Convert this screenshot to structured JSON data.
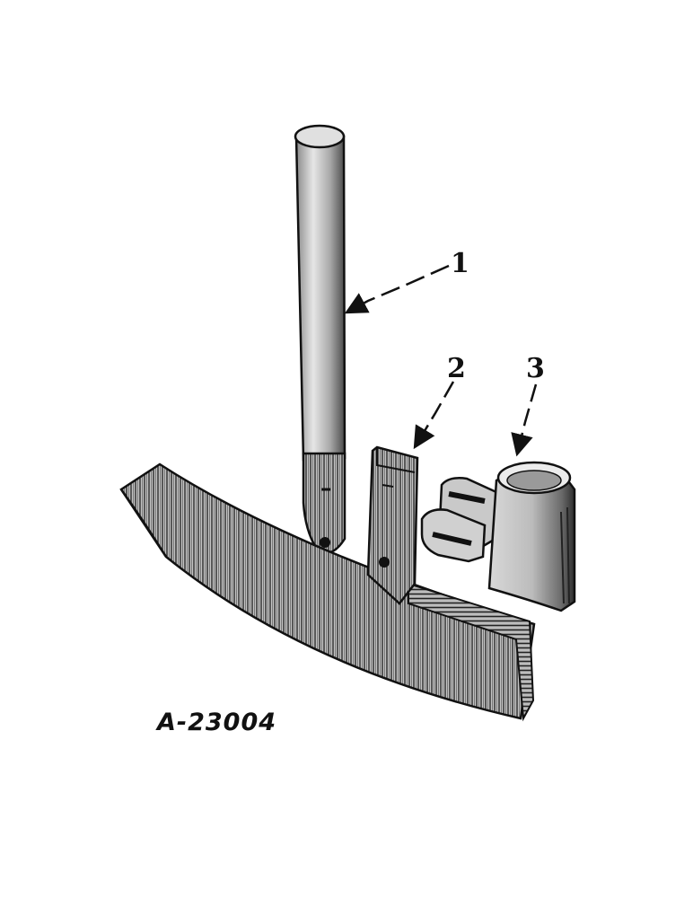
{
  "callouts": [
    {
      "id": "1",
      "label": "1"
    },
    {
      "id": "2",
      "label": "2"
    },
    {
      "id": "3",
      "label": "3"
    }
  ],
  "figure_code": "A-23004",
  "colors": {
    "ink": "#111111",
    "paper": "#ffffff",
    "shade": "#b8b8b8"
  }
}
